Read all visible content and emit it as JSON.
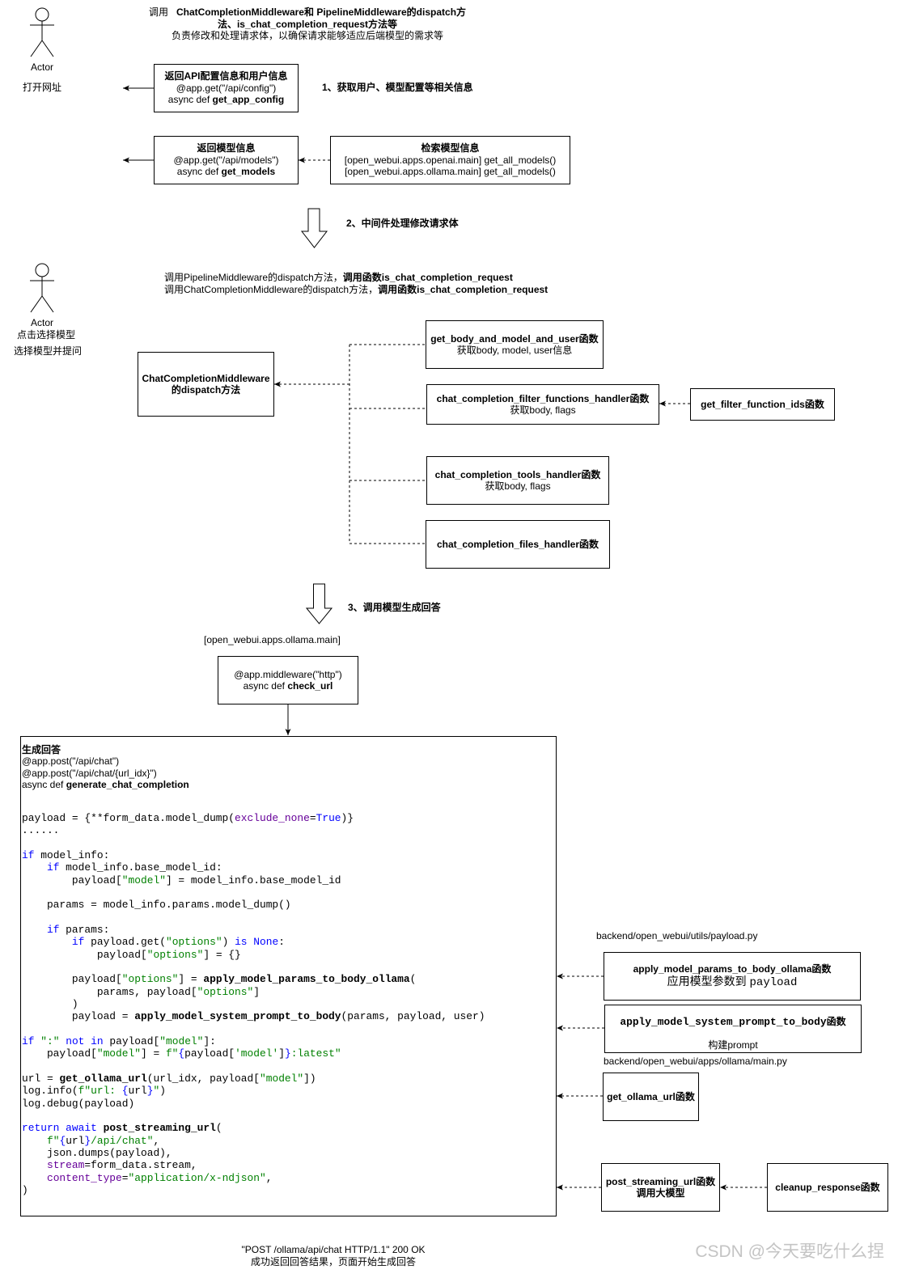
{
  "header_note": {
    "call_prefix": "调用",
    "line1_bold": "ChatCompletionMiddleware和 PipelineMiddleware的dispatch方",
    "line2_bold": "法、is_chat_completion_request方法等",
    "line3": "负责修改和处理请求体，以确保请求能够适应后端模型的需求等"
  },
  "actor_open": {
    "label": "Actor",
    "caption": "打开网址"
  },
  "config_box": {
    "title": "返回API配置信息和用户信息",
    "route": "@app.get(\"/api/config\")",
    "def_prefix": "async def ",
    "func": "get_app_config"
  },
  "step1": "1、获取用户、模型配置等相关信息",
  "models_box": {
    "title": "返回模型信息",
    "route": "@app.get(\"/api/models\")",
    "def_prefix": "async def ",
    "func": "get_models"
  },
  "retrieve_box": {
    "title": "检索模型信息",
    "openai": "[open_webui.apps.openai.main] get_all_models()",
    "ollama": "[open_webui.apps.ollama.main] get_all_models()"
  },
  "step2": "2、中间件处理修改请求体",
  "actor_chat": {
    "label": "Actor",
    "caption1": "点击选择模型",
    "caption2": "选择模型并提问"
  },
  "middleware_note": {
    "line1_plain": "调用PipelineMiddleware的dispatch方法，",
    "line1_bold": "调用函数is_chat_completion_request",
    "line2_plain": "调用ChatCompletionMiddleware的dispatch方法，",
    "line2_bold": "调用函数is_chat_completion_request"
  },
  "dispatch_box": {
    "line1": "ChatCompletionMiddleware",
    "line2": "的dispatch方法"
  },
  "handlers": {
    "body_model_user": {
      "name": "get_body_and_model_and_user函数",
      "desc": "获取body, model, user信息"
    },
    "filter_functions": {
      "name": "chat_completion_filter_functions_handler函数",
      "desc": "获取body, flags"
    },
    "filter_ids": {
      "name": "get_filter_function_ids函数"
    },
    "tools": {
      "name": "chat_completion_tools_handler函数",
      "desc": "获取body, flags"
    },
    "files": {
      "name": "chat_completion_files_handler函数"
    }
  },
  "step3": "3、调用模型生成回答",
  "module_label": "[open_webui.apps.ollama.main]",
  "check_url_box": {
    "decorator": "@app.middleware(\"http\")",
    "def_prefix": "async def ",
    "func": "check_url"
  },
  "generate_box": {
    "title": "生成回答",
    "route1": "@app.post(\"/api/chat\")",
    "route2": "@app.post(\"/api/chat/{url_idx}\")",
    "def_prefix": "async def ",
    "func": "generate_chat_completion",
    "code": [
      [
        {
          "plain": "payload = {**form_data.model_dump("
        },
        {
          "kwarg": "exclude_none"
        },
        {
          "plain": "="
        },
        {
          "kw": "True"
        },
        {
          "plain": ")}"
        }
      ],
      [
        {
          "plain": "......"
        }
      ],
      [],
      [
        {
          "kw": "if"
        },
        {
          "plain": " model_info:"
        }
      ],
      [
        {
          "plain": "    "
        },
        {
          "kw": "if"
        },
        {
          "plain": " model_info.base_model_id:"
        }
      ],
      [
        {
          "plain": "        payload["
        },
        {
          "str": "\"model\""
        },
        {
          "plain": "] = model_info.base_model_id"
        }
      ],
      [],
      [
        {
          "plain": "    params = model_info.params.model_dump()"
        }
      ],
      [],
      [
        {
          "plain": "    "
        },
        {
          "kw": "if"
        },
        {
          "plain": " params:"
        }
      ],
      [
        {
          "plain": "        "
        },
        {
          "kw": "if"
        },
        {
          "plain": " payload.get("
        },
        {
          "str": "\"options\""
        },
        {
          "plain": ") "
        },
        {
          "kw": "is None"
        },
        {
          "plain": ":"
        }
      ],
      [
        {
          "plain": "            payload["
        },
        {
          "str": "\"options\""
        },
        {
          "plain": "] = {}"
        }
      ],
      [],
      [
        {
          "plain": "        payload["
        },
        {
          "str": "\"options\""
        },
        {
          "plain": "] = "
        },
        {
          "fn": "apply_model_params_to_body_ollama"
        },
        {
          "plain": "("
        }
      ],
      [
        {
          "plain": "            params, payload["
        },
        {
          "str": "\"options\""
        },
        {
          "plain": "]"
        }
      ],
      [
        {
          "plain": "        )"
        }
      ],
      [
        {
          "plain": "        payload = "
        },
        {
          "fn": "apply_model_system_prompt_to_body"
        },
        {
          "plain": "(params, payload, user)"
        }
      ],
      [],
      [
        {
          "kw": "if"
        },
        {
          "plain": " "
        },
        {
          "str": "\":\""
        },
        {
          "plain": " "
        },
        {
          "kw": "not in"
        },
        {
          "plain": " payload["
        },
        {
          "str": "\"model\""
        },
        {
          "plain": "]:"
        }
      ],
      [
        {
          "plain": "    payload["
        },
        {
          "str": "\"model\""
        },
        {
          "plain": "] = "
        },
        {
          "str": "f\""
        },
        {
          "kw": "{"
        },
        {
          "plain": "payload["
        },
        {
          "str": "'model'"
        },
        {
          "plain": "]"
        },
        {
          "kw": "}"
        },
        {
          "str": ":latest\""
        }
      ],
      [],
      [
        {
          "plain": "url = "
        },
        {
          "fn": "get_ollama_url"
        },
        {
          "plain": "(url_idx, payload["
        },
        {
          "str": "\"model\""
        },
        {
          "plain": "])"
        }
      ],
      [
        {
          "plain": "log.info("
        },
        {
          "str": "f\"url: "
        },
        {
          "kw": "{"
        },
        {
          "plain": "url"
        },
        {
          "kw": "}"
        },
        {
          "str": "\""
        },
        {
          "plain": ")"
        }
      ],
      [
        {
          "plain": "log.debug(payload)"
        }
      ],
      [],
      [
        {
          "kw": "return await"
        },
        {
          "plain": " "
        },
        {
          "fn": "post_streaming_url"
        },
        {
          "plain": "("
        }
      ],
      [
        {
          "plain": "    "
        },
        {
          "str": "f\""
        },
        {
          "kw": "{"
        },
        {
          "plain": "url"
        },
        {
          "kw": "}"
        },
        {
          "str": "/api/chat\""
        },
        {
          "plain": ","
        }
      ],
      [
        {
          "plain": "    json.dumps(payload),"
        }
      ],
      [
        {
          "plain": "    "
        },
        {
          "kwarg": "stream"
        },
        {
          "plain": "=form_data.stream,"
        }
      ],
      [
        {
          "plain": "    "
        },
        {
          "kwarg": "content_type"
        },
        {
          "plain": "="
        },
        {
          "str": "\"application/x-ndjson\""
        },
        {
          "plain": ","
        }
      ],
      [
        {
          "plain": ")"
        }
      ]
    ]
  },
  "payload_path": "backend/open_webui/utils/payload.py",
  "apply_params_box": {
    "name": "apply_model_params_to_body_ollama函数",
    "desc_text": "应用模型参数到 ",
    "desc_code": "payload"
  },
  "system_prompt_box": {
    "func": "apply_model_system_prompt_to_body",
    "suffix": "函数",
    "desc": "构建prompt"
  },
  "ollama_main_path": "backend/open_webui/apps/ollama/main.py",
  "get_ollama_url_box": {
    "name": "get_ollama_url函数"
  },
  "post_streaming_box": {
    "name": "post_streaming_url函数",
    "desc": "调用大模型"
  },
  "cleanup_box": {
    "name": "cleanup_response函数"
  },
  "result_note": {
    "line1": "\"POST /ollama/api/chat HTTP/1.1\" 200 OK",
    "line2": "成功返回回答结果，页面开始生成回答"
  },
  "watermark": "CSDN @今天要吃什么捏",
  "colors": {
    "keyword": "#0000ff",
    "string": "#008000",
    "kwarg": "#660099",
    "watermark": "#c4c4c4"
  }
}
